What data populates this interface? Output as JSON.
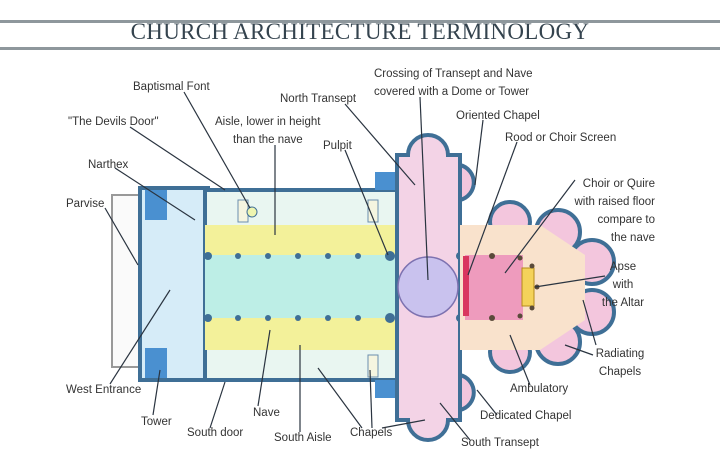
{
  "title": "CHURCH ARCHITECTURE TERMINOLOGY",
  "labels": {
    "baptismal_font": "Baptismal Font",
    "devils_door": "\"The Devils Door\"",
    "aisle_1": "Aisle, lower in height",
    "aisle_2": "than the nave",
    "north_transept": "North Transept",
    "pulpit": "Pulpit",
    "crossing_1": "Crossing of Transept and Nave",
    "crossing_2": "covered with a Dome or Tower",
    "oriented_chapel": "Oriented Chapel",
    "rood_screen": "Rood or Choir Screen",
    "narthex": "Narthex",
    "parvise": "Parvise",
    "choir_1": "Choir or Quire",
    "choir_2": "with raised floor",
    "choir_3": "compare to",
    "choir_4": "the nave",
    "apse_1": "Apse",
    "apse_2": "with",
    "apse_3": "the Altar",
    "radiating_1": "Radiating",
    "radiating_2": "Chapels",
    "ambulatory": "Ambulatory",
    "dedicated_chapel": "Dedicated Chapel",
    "south_transept": "South Transept",
    "west_entrance": "West Entrance",
    "tower": "Tower",
    "nave": "Nave",
    "south_door": "South door",
    "south_aisle": "South Aisle",
    "chapels": "Chapels"
  },
  "colors": {
    "nave": "#bdeee6",
    "aisle": "#f3f19a",
    "transept": "#f3d3e6",
    "choir": "#f9e2cc",
    "sanctuary": "#ee9bbd",
    "wall": "#3f6f96",
    "tower": "#4a90d0",
    "crossing": "#c9c2ee",
    "altar": "#f4d25a"
  }
}
